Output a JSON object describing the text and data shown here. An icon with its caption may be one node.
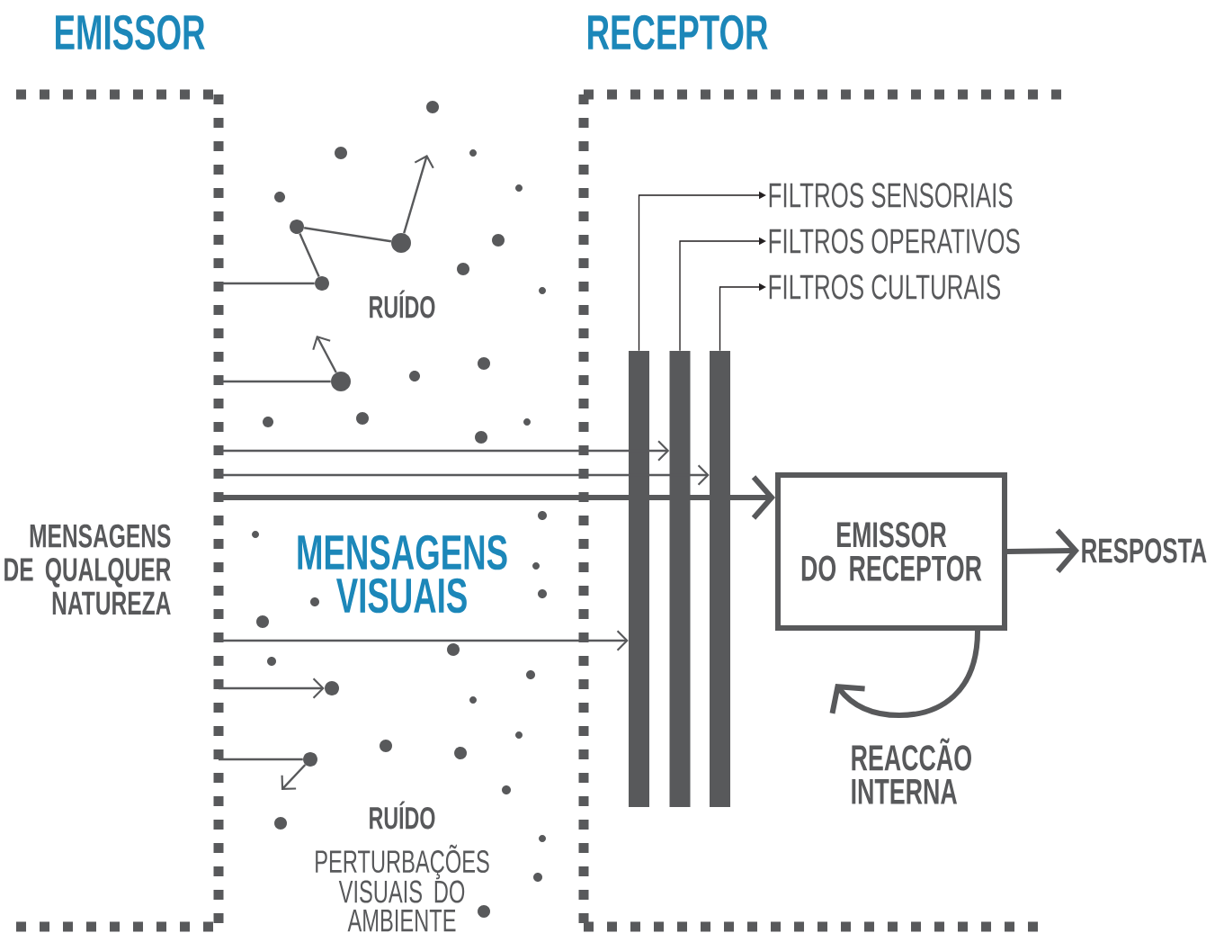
{
  "diagram": {
    "nodes": [
      {
        "text": [],
        "shape": "circle"
      },
      {
        "text": [],
        "shape": "circle"
      },
      {
        "text": [],
        "shape": "circle"
      },
      {
        "text": [],
        "shape": "circle"
      },
      {
        "text": [],
        "shape": "circle"
      },
      {
        "text": [],
        "shape": "circle"
      },
      {
        "text": [],
        "shape": "bar"
      },
      {
        "text": [],
        "shape": "bar"
      },
      {
        "text": [],
        "shape": "bar"
      },
      {
        "text": [
          "FILTROS SENSORIAIS"
        ]
      },
      {
        "text": [
          "FILTROS OPERATIVOS"
        ]
      },
      {
        "text": [
          "FILTROS CULTURAIS"
        ]
      },
      {
        "text": [
          "EMISSOR DO RECEPTOR"
        ]
      },
      {
        "text": [
          "RESPOSTA"
        ]
      },
      {
        "text": [],
        "shape": "circle"
      },
      {
        "text": [],
        "shape": "circle"
      },
      {
        "text": [],
        "shape": "circle"
      },
      {
        "text": [],
        "shape": "circle"
      },
      {
        "text": [],
        "shape": "circle"
      },
      {
        "text": [],
        "shape": "circle"
      },
      {
        "text": [],
        "shape": "circle"
      },
      {
        "text": [],
        "shape": "circle"
      },
      {
        "text": [],
        "shape": "circle"
      },
      {
        "text": [],
        "shape": "circle"
      },
      {
        "text": [],
        "shape": "circle"
      },
      {
        "text": [],
        "shape": "circle"
      },
      {
        "text": [],
        "shape": "circle"
      },
      {
        "text": [],
        "shape": "circle"
      },
      {
        "text": [],
        "shape": "circle"
      },
      {
        "text": [],
        "shape": "circle"
      },
      {
        "text": [],
        "shape": "circle"
      },
      {
        "text": [],
        "shape": "circle"
      },
      {
        "text": [],
        "shape": "circle"
      },
      {
        "text": [],
        "shape": "circle"
      },
      {
        "text": [],
        "shape": "circle"
      },
      {
        "text": [],
        "shape": "circle"
      },
      {
        "text": [],
        "shape": "circle"
      },
      {
        "text": [],
        "shape": "circle"
      },
      {
        "text": [],
        "shape": "circle"
      },
      {
        "text": [],
        "shape": "circle"
      },
      {
        "text": [],
        "shape": "circle"
      },
      {
        "text": [],
        "shape": "circle"
      },
      {
        "text": [],
        "shape": "circle"
      },
      {
        "text": [],
        "shape": "circle"
      },
      {
        "text": [],
        "shape": "circle"
      },
      {
        "text": [],
        "shape": "circle"
      }
    ],
    "edges": [
      {
        "from": null,
        "to": 0,
        "arrow": "none"
      },
      {
        "from": 0,
        "to": 1,
        "arrow": "none"
      },
      {
        "from": 1,
        "to": 2,
        "arrow": "none"
      },
      {
        "from": 2,
        "to": null,
        "arrow": "to"
      },
      {
        "from": null,
        "to": 3,
        "arrow": "none"
      },
      {
        "from": 3,
        "to": null,
        "arrow": "to"
      },
      {
        "from": null,
        "to": 7,
        "arrow": "to"
      },
      {
        "from": null,
        "to": 8,
        "arrow": "to"
      },
      {
        "from": null,
        "to": 12,
        "arrow": "to",
        "style": "thick"
      },
      {
        "from": null,
        "to": 6,
        "arrow": "to"
      },
      {
        "from": null,
        "to": 4,
        "arrow": "to"
      },
      {
        "from": null,
        "to": 5,
        "arrow": "none"
      },
      {
        "from": 5,
        "to": null,
        "arrow": "to"
      },
      {
        "from": 6,
        "to": 9,
        "arrow": "to",
        "color": "#231f20"
      },
      {
        "from": 7,
        "to": 10,
        "arrow": "to",
        "color": "#231f20"
      },
      {
        "from": 8,
        "to": 11,
        "arrow": "to",
        "color": "#231f20"
      },
      {
        "from": 12,
        "to": 13,
        "arrow": "to",
        "style": "thick"
      },
      {
        "from": 12,
        "to": null,
        "arrow": "to",
        "style": "thick",
        "label": "REACCÃO INTERNA"
      }
    ],
    "labels": [
      "EMISSOR",
      "RECEPTOR",
      "RUÍDO",
      "MENSAGENS DE QUALQUER NATUREZA",
      "MENSAGENS VISUAIS",
      "RUÍDO",
      "PERTURBAÇÕES VISUAIS DO AMBIENTE"
    ]
  }
}
